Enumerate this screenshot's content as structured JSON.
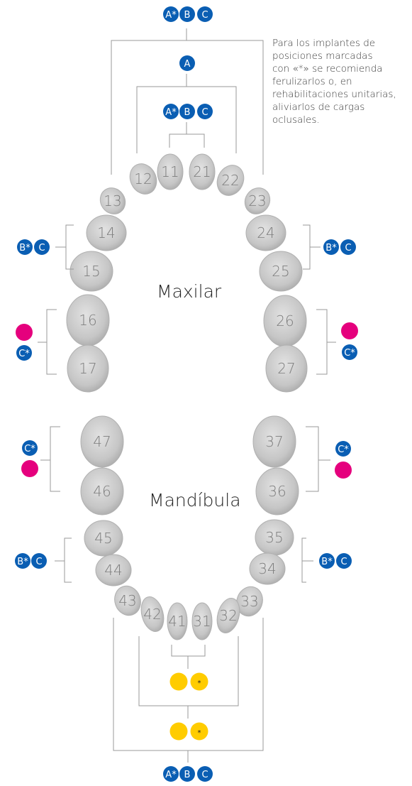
{
  "note": {
    "lines": [
      "Para los implantes de",
      "posiciones marcadas",
      "con «*» se recomienda",
      "ferulizarlos o, en",
      "rehabilitaciones unitarias,",
      "aliviarlos de cargas",
      "oclusales."
    ]
  },
  "labels": {
    "upper": "Maxilar",
    "lower": "Mandíbula"
  },
  "colors": {
    "blue": "#0a5eb3",
    "magenta": "#e5007d",
    "yellow": "#ffcc00",
    "tooth": "#c4c4c4"
  },
  "teeth": {
    "upper": [
      "11",
      "21",
      "12",
      "22",
      "13",
      "23",
      "14",
      "24",
      "15",
      "25",
      "16",
      "26",
      "17",
      "27"
    ],
    "lower": [
      "47",
      "37",
      "46",
      "36",
      "45",
      "35",
      "44",
      "34",
      "43",
      "33",
      "42",
      "32",
      "41",
      "31"
    ]
  },
  "badges": {
    "top_outer": [
      "A*",
      "B",
      "C"
    ],
    "top_mid": [
      "A"
    ],
    "top_inner": [
      "A*",
      "B",
      "C"
    ],
    "upper_left_premolar": [
      "B*",
      "C"
    ],
    "upper_right_premolar": [
      "B*",
      "C"
    ],
    "upper_left_molar": [
      "",
      "C*"
    ],
    "upper_right_molar": [
      "",
      "C*"
    ],
    "lower_left_molar": [
      "C*",
      ""
    ],
    "lower_right_molar": [
      "C*",
      ""
    ],
    "lower_left_premolar": [
      "B*",
      "C"
    ],
    "lower_right_premolar": [
      "B*",
      "C"
    ],
    "bottom_inner": [
      "",
      "*"
    ],
    "bottom_mid": [
      "",
      "*"
    ],
    "bottom_outer": [
      "A*",
      "B",
      "C"
    ]
  }
}
